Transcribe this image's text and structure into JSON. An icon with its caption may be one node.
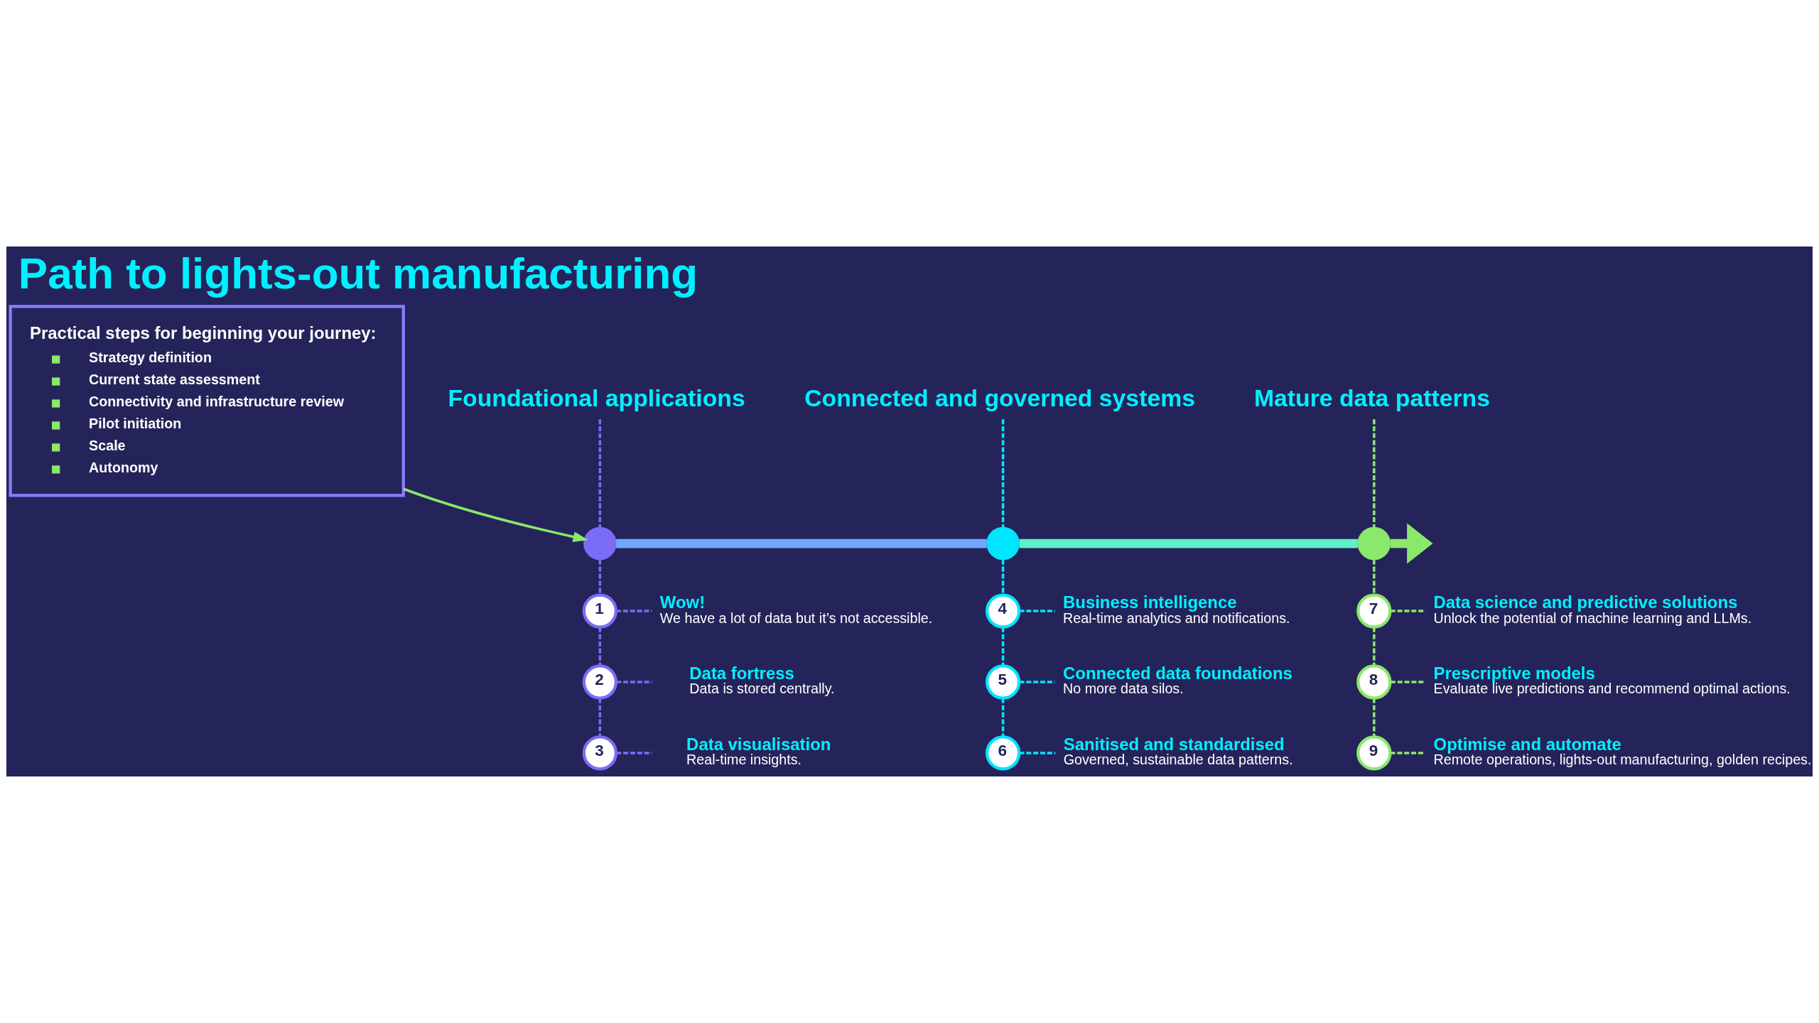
{
  "diagram": {
    "title": "Path to lights-out manufacturing",
    "nodes": [
      {
        "text": [
          "Practical steps for beginning your journey:",
          "Strategy definition",
          "Current state assessment",
          "Connectivity and infrastructure review",
          "Pilot initiation",
          "Scale",
          "Autonomy"
        ]
      },
      {
        "text": [],
        "shape": "circle"
      },
      {
        "text": [],
        "shape": "circle"
      },
      {
        "text": [],
        "shape": "circle"
      },
      {
        "text": [
          "Foundational applications"
        ]
      },
      {
        "text": [
          "Connected and governed systems"
        ]
      },
      {
        "text": [
          "Mature data patterns"
        ]
      },
      {
        "text": [
          "1"
        ]
      },
      {
        "text": [
          "2"
        ]
      },
      {
        "text": [
          "3"
        ]
      },
      {
        "text": [
          "4"
        ]
      },
      {
        "text": [
          "5"
        ]
      },
      {
        "text": [
          "6"
        ]
      },
      {
        "text": [
          "7"
        ]
      },
      {
        "text": [
          "8"
        ]
      },
      {
        "text": [
          "9"
        ]
      },
      {
        "text": [
          "Wow!",
          "We have a lot of data but it’s not accessible."
        ]
      },
      {
        "text": [
          "Data fortress",
          "Data is stored centrally."
        ]
      },
      {
        "text": [
          "Data visualisation",
          "Real-time insights."
        ]
      },
      {
        "text": [
          "Business intelligence",
          "Real-time analytics and notifications."
        ]
      },
      {
        "text": [
          "Connected data foundations",
          "No more data silos."
        ]
      },
      {
        "text": [
          "Sanitised and standardised",
          "Governed, sustainable data patterns."
        ]
      },
      {
        "text": [
          "Data science and predictive solutions",
          "Unlock the potential of machine learning and LLMs."
        ]
      },
      {
        "text": [
          "Prescriptive models",
          "Evaluate live predictions and recommend optimal actions."
        ]
      },
      {
        "text": [
          "Optimise and automate",
          "Remote operations, lights-out manufacturing, golden recipes."
        ]
      }
    ],
    "edges": [
      {
        "from": 0,
        "to": 1,
        "arrow": "to",
        "color": "#8be86b"
      },
      {
        "from": 1,
        "to": 2,
        "arrow": "none",
        "style": "thick",
        "color": "#6fa8ff"
      },
      {
        "from": 2,
        "to": 3,
        "arrow": "none",
        "style": "thick",
        "color": "#5ff0c8"
      },
      {
        "from": 3,
        "to": null,
        "arrow": "to",
        "style": "thick",
        "color": "#8be86b"
      },
      {
        "from": 4,
        "to": 1,
        "arrow": "none",
        "style": "dashed",
        "color": "#7b6cf6"
      },
      {
        "from": 5,
        "to": 2,
        "arrow": "none",
        "style": "dashed",
        "color": "#00e5ff"
      },
      {
        "from": 6,
        "to": 3,
        "arrow": "none",
        "style": "dashed",
        "color": "#8be86b"
      },
      {
        "from": 1,
        "to": 7,
        "arrow": "none",
        "style": "dashed",
        "color": "#7b6cf6"
      },
      {
        "from": 7,
        "to": 8,
        "arrow": "none",
        "style": "dashed",
        "color": "#7b6cf6"
      },
      {
        "from": 8,
        "to": 9,
        "arrow": "none",
        "style": "dashed",
        "color": "#7b6cf6"
      },
      {
        "from": 2,
        "to": 10,
        "arrow": "none",
        "style": "dashed",
        "color": "#00e5ff"
      },
      {
        "from": 10,
        "to": 11,
        "arrow": "none",
        "style": "dashed",
        "color": "#00e5ff"
      },
      {
        "from": 11,
        "to": 12,
        "arrow": "none",
        "style": "dashed",
        "color": "#00e5ff"
      },
      {
        "from": 3,
        "to": 13,
        "arrow": "none",
        "style": "dashed",
        "color": "#8be86b"
      },
      {
        "from": 13,
        "to": 14,
        "arrow": "none",
        "style": "dashed",
        "color": "#8be86b"
      },
      {
        "from": 14,
        "to": 15,
        "arrow": "none",
        "style": "dashed",
        "color": "#8be86b"
      },
      {
        "from": 7,
        "to": 16,
        "arrow": "none",
        "style": "dashed",
        "color": "#7b6cf6"
      },
      {
        "from": 8,
        "to": 17,
        "arrow": "none",
        "style": "dashed",
        "color": "#7b6cf6"
      },
      {
        "from": 9,
        "to": 18,
        "arrow": "none",
        "style": "dashed",
        "color": "#7b6cf6"
      },
      {
        "from": 10,
        "to": 19,
        "arrow": "none",
        "style": "dashed",
        "color": "#00e5ff"
      },
      {
        "from": 11,
        "to": 20,
        "arrow": "none",
        "style": "dashed",
        "color": "#00e5ff"
      },
      {
        "from": 12,
        "to": 21,
        "arrow": "none",
        "style": "dashed",
        "color": "#00e5ff"
      },
      {
        "from": 13,
        "to": 22,
        "arrow": "none",
        "style": "dashed",
        "color": "#8be86b"
      },
      {
        "from": 14,
        "to": 23,
        "arrow": "none",
        "style": "dashed",
        "color": "#8be86b"
      },
      {
        "from": 15,
        "to": 24,
        "arrow": "none",
        "style": "dashed",
        "color": "#8be86b"
      }
    ]
  }
}
